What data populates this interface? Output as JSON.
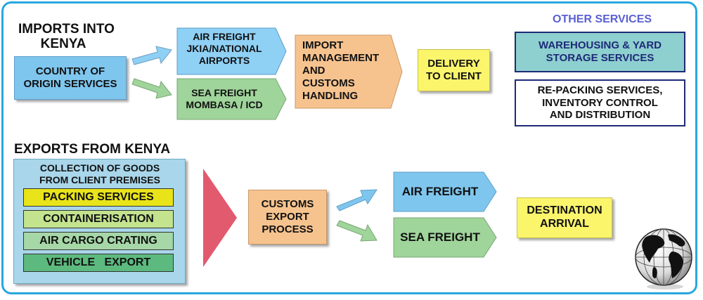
{
  "imports": {
    "heading": "IMPORTS INTO\n      KENYA",
    "origin": "COUNTRY OF\nORIGIN SERVICES",
    "air": "AIR FREIGHT\nJKIA/NATIONAL\nAIRPORTS",
    "sea": "SEA FREIGHT\nMOMBASA / ICD",
    "customs": "IMPORT\nMANAGEMENT\nAND\nCUSTOMS\nHANDLING",
    "delivery": "DELIVERY\nTO CLIENT"
  },
  "other": {
    "heading": "OTHER SERVICES",
    "warehousing": "WAREHOUSING & YARD\nSTORAGE SERVICES",
    "repacking": "RE-PACKING SERVICES,\nINVENTORY CONTROL\nAND DISTRIBUTION"
  },
  "exports": {
    "heading": "EXPORTS FROM KENYA",
    "collection": "COLLECTION OF GOODS\nFROM CLIENT   PREMISES",
    "items": [
      "PACKING SERVICES",
      "CONTAINERISATION",
      "AIR CARGO CRATING",
      "VEHICLE   EXPORT"
    ],
    "customs": "CUSTOMS\nEXPORT\nPROCESS",
    "air": "AIR FREIGHT",
    "sea": "SEA FREIGHT",
    "destination": "DESTINATION\nARRIVAL"
  },
  "colors": {
    "border": "#29a7df",
    "light_blue": "#7fc6ee",
    "sky_blue": "#8fd0f5",
    "light_green": "#9fd49a",
    "peach": "#f6c38f",
    "yellow": "#fbf56c",
    "packing_yellow": "#e9e41a",
    "container_green": "#c3e38f",
    "crating_green": "#a6d7a7",
    "vehicle_green": "#5dba7f",
    "panel_blue": "#a9d6ea",
    "warehouse_teal": "#8ecfcf",
    "navy": "#1e2a78",
    "other_heading": "#5a5fd3",
    "red_triangle": "#e25a6e"
  }
}
